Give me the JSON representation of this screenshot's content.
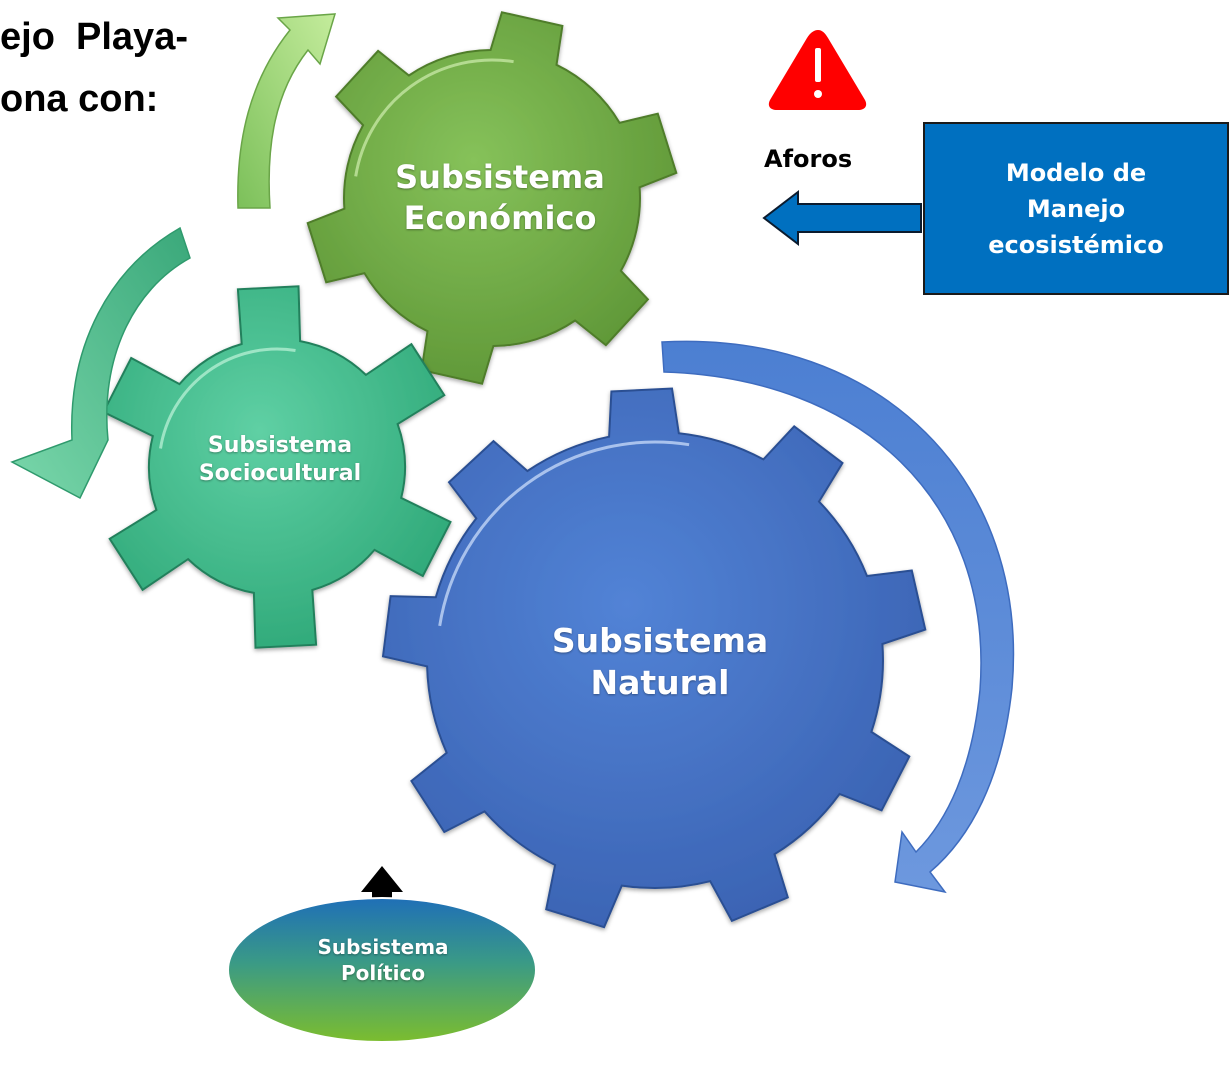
{
  "title": {
    "line1": "ejo  Playa-",
    "line2": "ona con:"
  },
  "gears": {
    "economico": {
      "line1": "Subsistema",
      "line2": "Económico",
      "color": "#70a844"
    },
    "sociocultural": {
      "line1": "Subsistema",
      "line2": "Sociocultural",
      "color": "#3dbd8c"
    },
    "natural": {
      "line1": "Subsistema",
      "line2": "Natural",
      "color": "#4472c4"
    }
  },
  "politico": {
    "line1": "Subsistema",
    "line2": "Político"
  },
  "aforos": {
    "label": "Aforos",
    "warning_icon": "warning-triangle-icon",
    "warning_color": "#ff0000"
  },
  "modelo": {
    "line1": "Modelo de",
    "line2": "Manejo",
    "line3": "ecosistémico",
    "color": "#0070c0"
  },
  "arrows": {
    "cycle_green": "#9fd37a",
    "cycle_teal": "#55c796",
    "cycle_blue": "#5b8ad6",
    "model_arrow": "#0070c0"
  }
}
